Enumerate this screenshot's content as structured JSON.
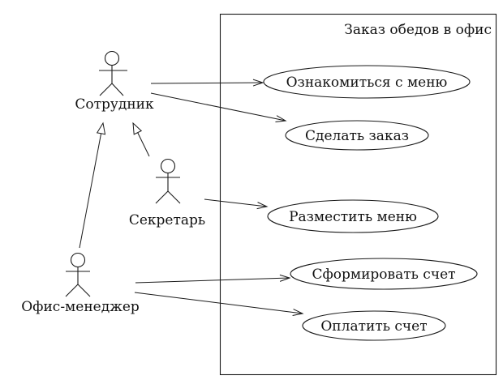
{
  "diagram": {
    "type": "uml-use-case-diagram",
    "title": "Заказ обедов в офис",
    "actors": [
      {
        "id": "employee",
        "label": "Сотрудник"
      },
      {
        "id": "secretary",
        "label": "Секретарь"
      },
      {
        "id": "office-manager",
        "label": "Офис-менеджер"
      }
    ],
    "use_cases": [
      {
        "id": "review-menu",
        "label": "Ознакомиться с меню"
      },
      {
        "id": "make-order",
        "label": "Сделать заказ"
      },
      {
        "id": "post-menu",
        "label": "Разместить меню"
      },
      {
        "id": "generate-invoice",
        "label": "Сформировать счет"
      },
      {
        "id": "pay-invoice",
        "label": "Оплатить счет"
      }
    ],
    "associations": [
      {
        "from": "Сотрудник",
        "to": "Ознакомиться с меню"
      },
      {
        "from": "Сотрудник",
        "to": "Сделать заказ"
      },
      {
        "from": "Секретарь",
        "to": "Разместить меню"
      },
      {
        "from": "Офис-менеджер",
        "to": "Сформировать счет"
      },
      {
        "from": "Офис-менеджер",
        "to": "Оплатить счет"
      }
    ],
    "generalizations": [
      {
        "from": "Секретарь",
        "to": "Сотрудник"
      },
      {
        "from": "Офис-менеджер",
        "to": "Сотрудник"
      }
    ],
    "colors": {
      "stroke": "#1a1a1a",
      "background": "#ffffff"
    }
  }
}
